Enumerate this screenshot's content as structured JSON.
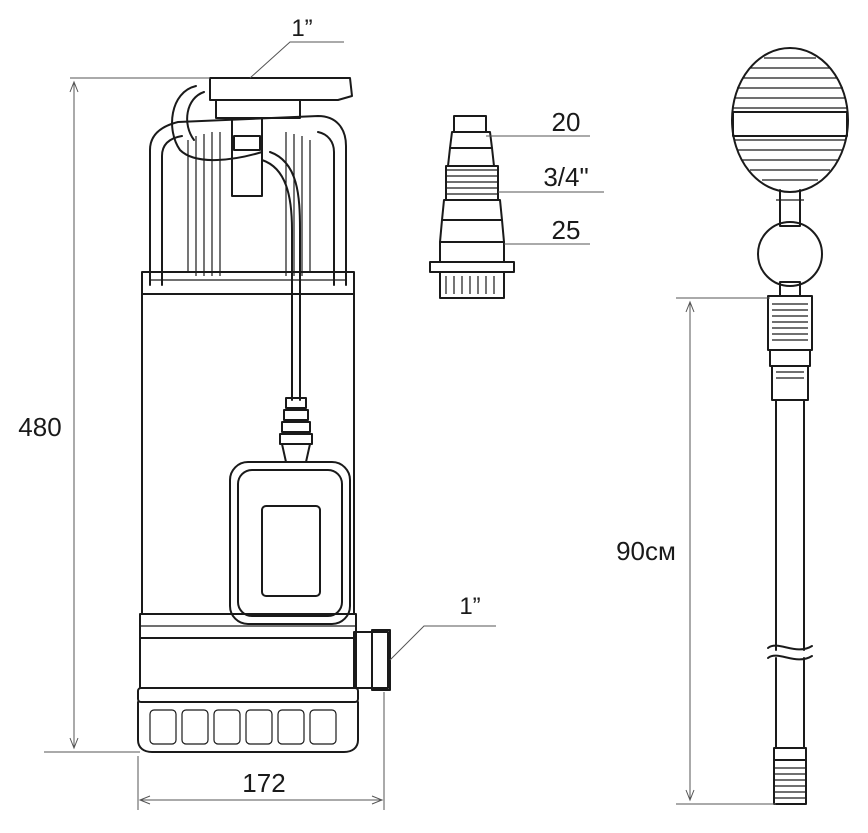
{
  "labels": {
    "top_outlet": "1”",
    "height": "480",
    "side_outlet": "1”",
    "width": "172",
    "adapter_small": "20",
    "adapter_mid": "3/4\"",
    "adapter_large": "25",
    "float_length": "90см"
  },
  "colors": {
    "line": "#1a1a1a",
    "dimension": "#555555",
    "background": "#ffffff"
  }
}
